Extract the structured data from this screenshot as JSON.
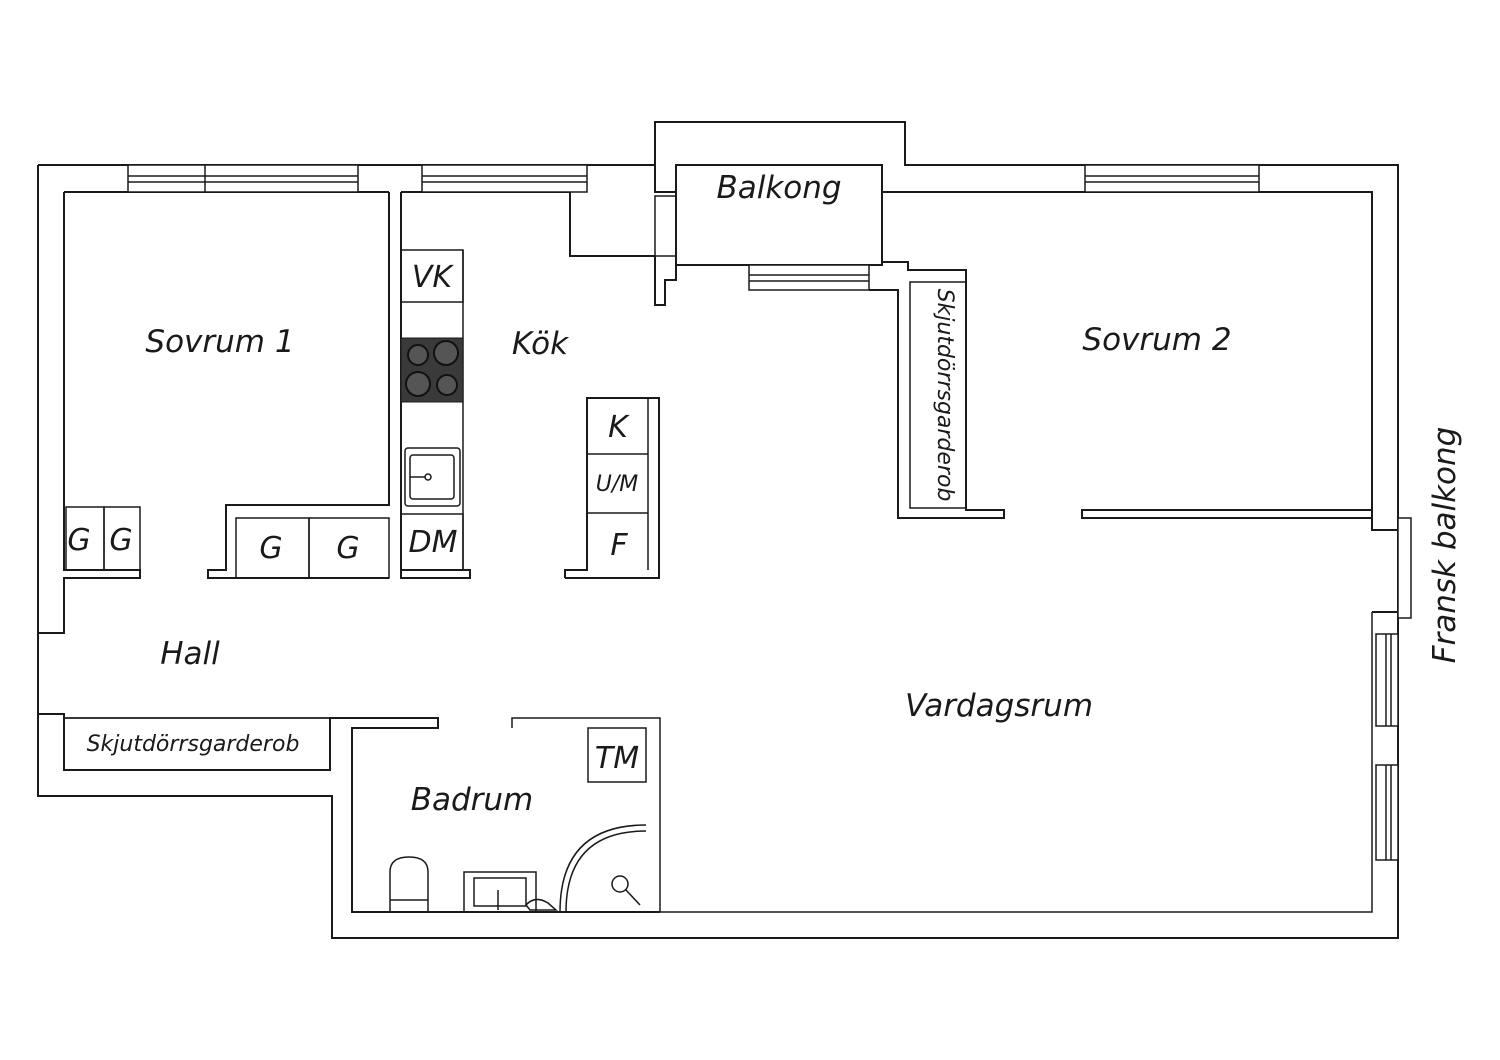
{
  "rooms": {
    "balcony": "Balkong",
    "bedroom1": "Sovrum 1",
    "kitchen": "Kök",
    "bedroom2": "Sovrum 2",
    "hall": "Hall",
    "living": "Vardagsrum",
    "bathroom": "Badrum",
    "french_balcony": "Fransk balkong"
  },
  "fixtures": {
    "fridge_freezer": "VK",
    "wardrobe": "G",
    "dishwasher": "DM",
    "fridge": "K",
    "microwave": "U/M",
    "freezer": "F",
    "washing_machine": "TM",
    "sliding_wardrobe": "Skjutdörrsgarderob"
  },
  "icons": [
    "stove-icon",
    "sink-icon",
    "toilet-icon",
    "washbasin-icon",
    "shower-icon"
  ]
}
